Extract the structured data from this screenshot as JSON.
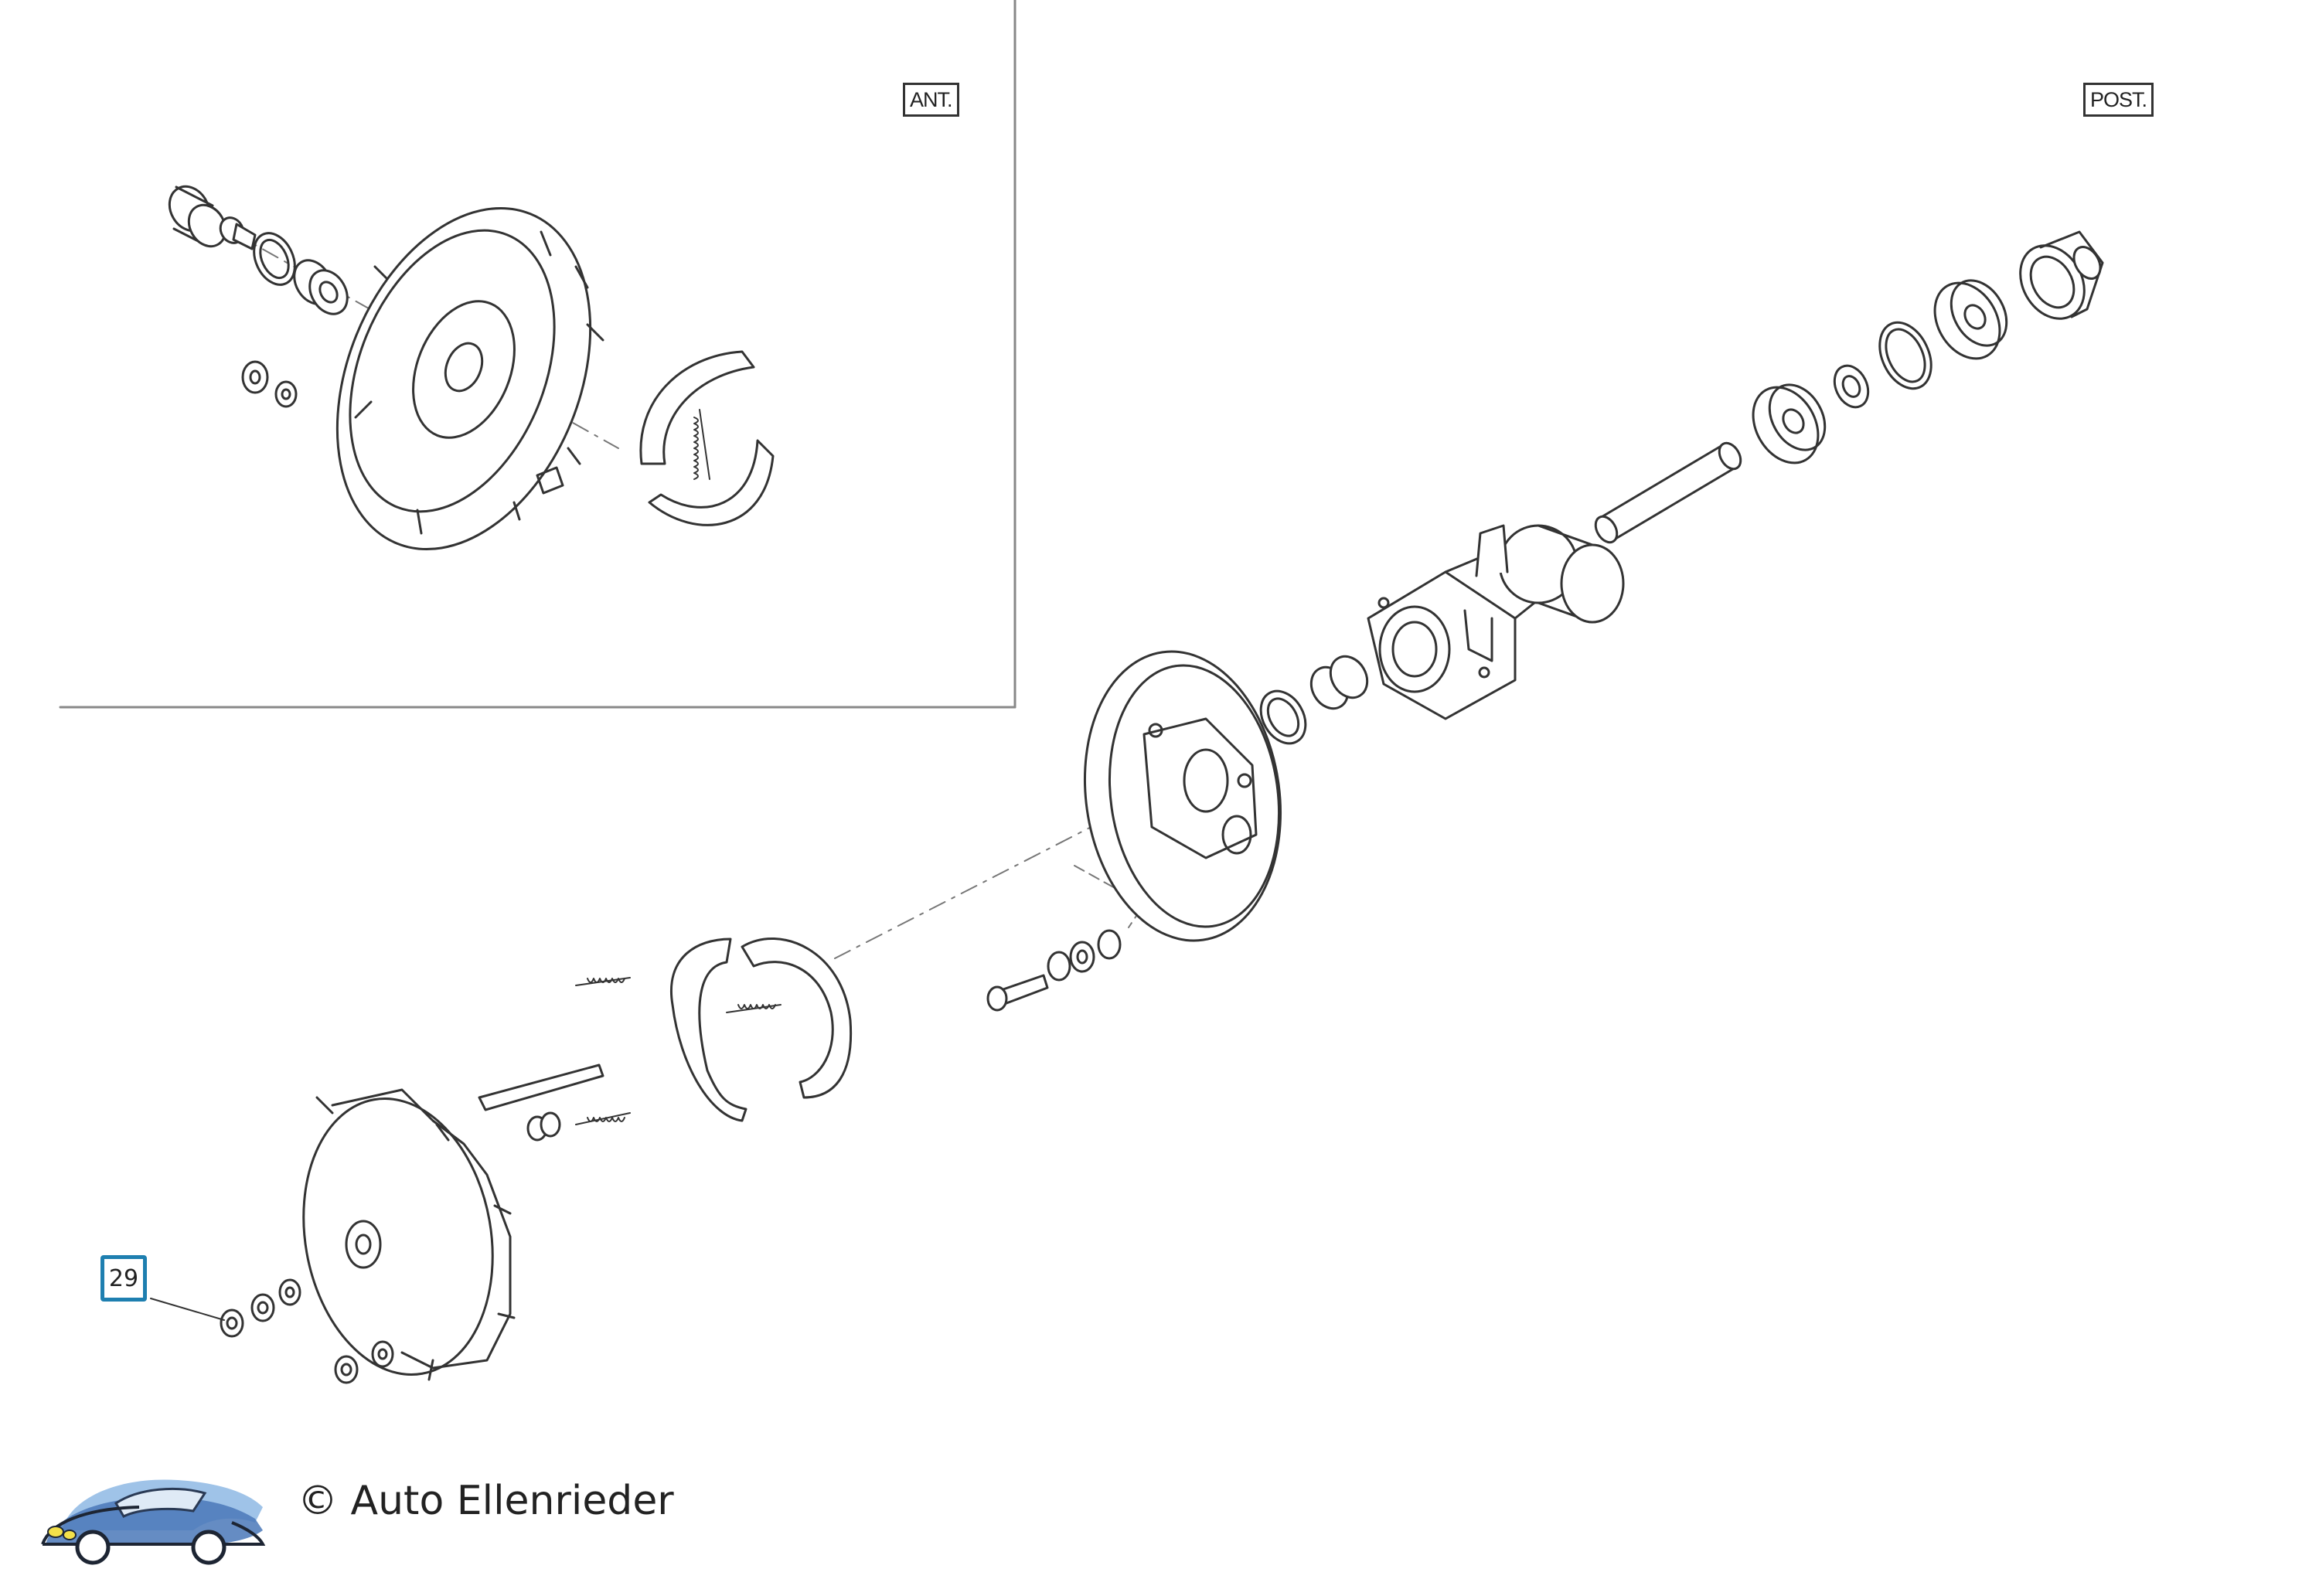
{
  "labels": {
    "front": "ANT.",
    "rear": "POST.",
    "callout": "29"
  },
  "footer": {
    "copyright": "© Auto Ellenrieder"
  },
  "colors": {
    "line": "#333333",
    "callout_border": "#1e7fb0",
    "logo_blue": "#4a78b8",
    "logo_light": "#9fc3e8",
    "logo_yellow": "#f3e04a"
  },
  "icons": {
    "logo": "car-logo-icon"
  }
}
